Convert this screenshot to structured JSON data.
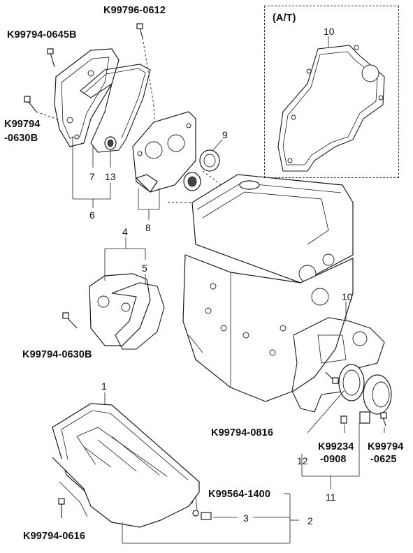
{
  "at_box": {
    "label": "(A/T)",
    "part": "10"
  },
  "callouts": {
    "n1": "1",
    "n2": "2",
    "n3": "3",
    "n4": "4",
    "n5": "5",
    "n6": "6",
    "n7": "7",
    "n8": "8",
    "n9": "9",
    "n10": "10",
    "n11": "11",
    "n12": "12",
    "n13": "13"
  },
  "part_numbers": {
    "p0612": "K99796-0612",
    "p0645b": "K99794-0645B",
    "p0630b_a1": "K99794",
    "p0630b_a2": "-0630B",
    "p0630b_b": "K99794-0630B",
    "p0816": "K99794-0816",
    "p0908_1": "K99234",
    "p0908_2": "-0908",
    "p0625_1": "K99794",
    "p0625_2": "-0625",
    "p1400": "K99564-1400",
    "p0616": "K99794-0616"
  }
}
